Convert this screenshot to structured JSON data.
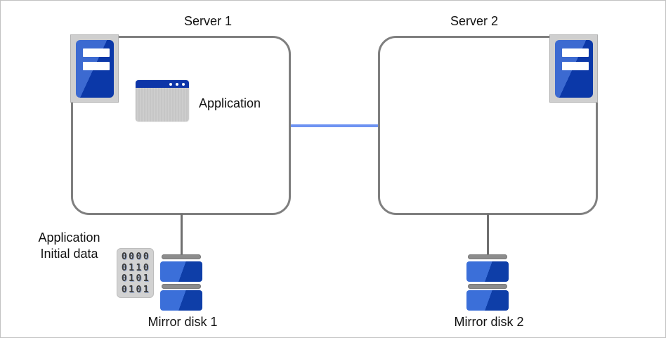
{
  "colors": {
    "box_border": "#7f7f7f",
    "blue_dark": "#0b38a8",
    "blue_light": "#3c6ad1",
    "connector_blue": "#6e93f2",
    "connector_gray": "#6f6f6f",
    "icon_bg": "#cfcfcf",
    "panel_gray": "#c9c9c9"
  },
  "servers": [
    {
      "title": "Server 1"
    },
    {
      "title": "Server 2"
    }
  ],
  "application": {
    "label": "Application"
  },
  "initial_data": {
    "line1": "Application",
    "line2": "Initial data",
    "binary_rows": [
      "0000",
      "0110",
      "0101",
      "0101"
    ]
  },
  "disks": [
    {
      "label": "Mirror disk 1"
    },
    {
      "label": "Mirror disk 2"
    }
  ]
}
